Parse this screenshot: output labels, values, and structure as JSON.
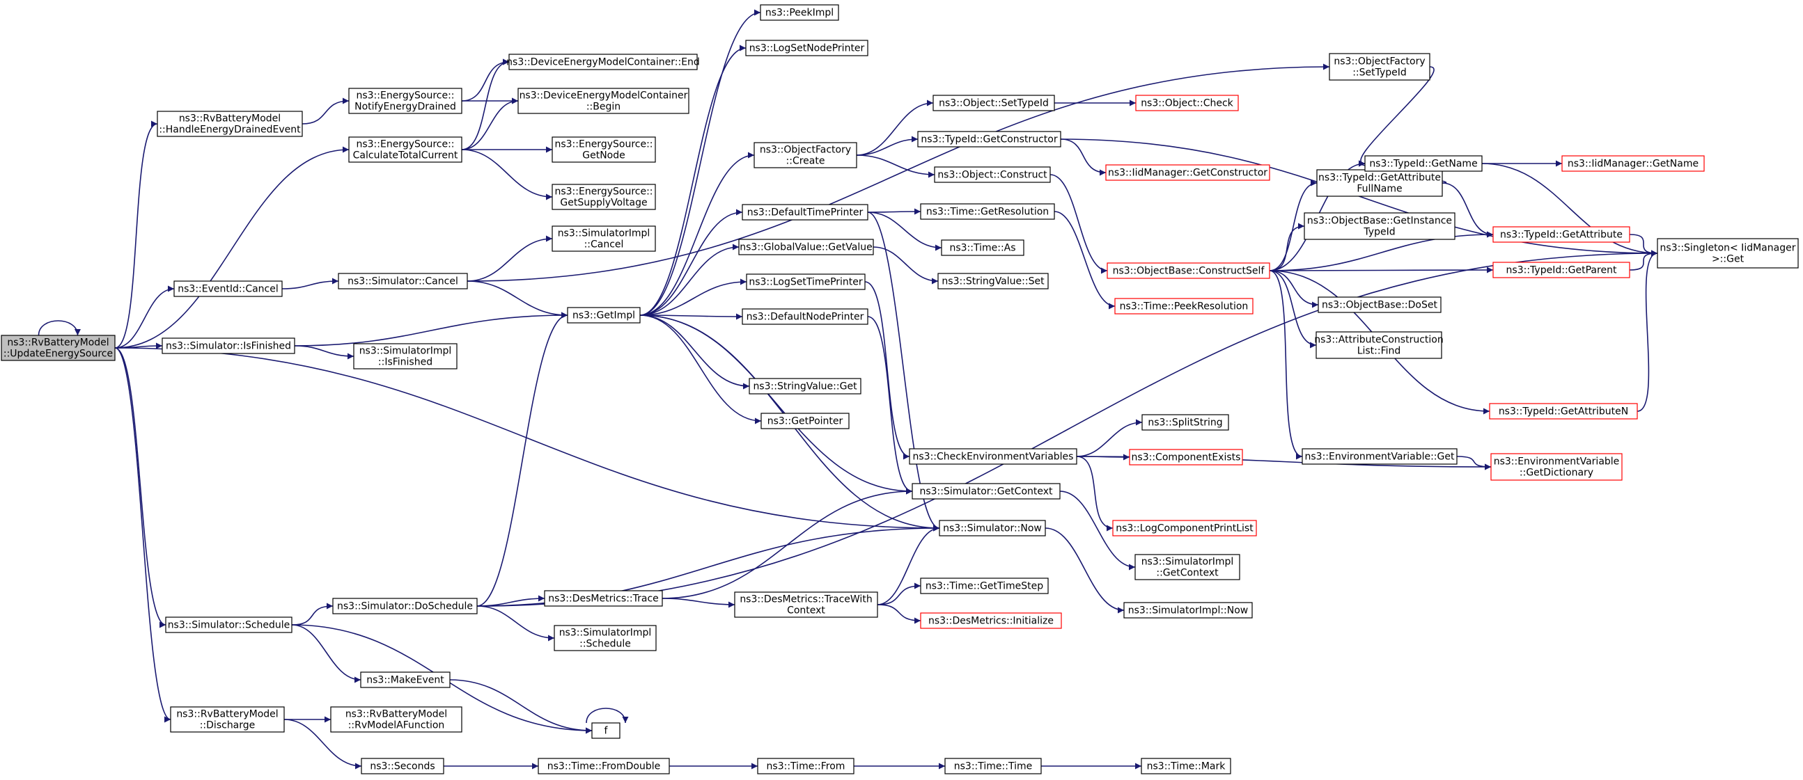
{
  "colors": {
    "edge": "#191970",
    "node_border": "#000000",
    "external_border": "#ff0000",
    "root_fill": "#bfbfbf",
    "node_fill": "#ffffff"
  },
  "nodes": [
    {
      "id": "root",
      "lines": [
        "ns3::RvBatteryModel",
        "::UpdateEnergySource"
      ],
      "kind": "root"
    },
    {
      "id": "hede",
      "lines": [
        "ns3::RvBatteryModel",
        "::HandleEnergyDrainedEvent"
      ],
      "kind": "normal"
    },
    {
      "id": "ecancel",
      "lines": [
        "ns3::EventId::Cancel"
      ],
      "kind": "normal"
    },
    {
      "id": "isfin",
      "lines": [
        "ns3::Simulator::IsFinished"
      ],
      "kind": "normal"
    },
    {
      "id": "sched",
      "lines": [
        "ns3::Simulator::Schedule"
      ],
      "kind": "normal"
    },
    {
      "id": "discharge",
      "lines": [
        "ns3::RvBatteryModel",
        "::Discharge"
      ],
      "kind": "normal"
    },
    {
      "id": "ned",
      "lines": [
        "ns3::EnergySource::",
        "NotifyEnergyDrained"
      ],
      "kind": "normal"
    },
    {
      "id": "ctc",
      "lines": [
        "ns3::EnergySource::",
        "CalculateTotalCurrent"
      ],
      "kind": "normal"
    },
    {
      "id": "simcancel",
      "lines": [
        "ns3::Simulator::Cancel"
      ],
      "kind": "normal"
    },
    {
      "id": "simimplisfin",
      "lines": [
        "ns3::SimulatorImpl",
        "::IsFinished"
      ],
      "kind": "normal"
    },
    {
      "id": "dosched",
      "lines": [
        "ns3::Simulator::DoSchedule"
      ],
      "kind": "normal"
    },
    {
      "id": "makeevent",
      "lines": [
        "ns3::MakeEvent"
      ],
      "kind": "normal"
    },
    {
      "id": "rvmodela",
      "lines": [
        "ns3::RvBatteryModel",
        "::RvModelAFunction"
      ],
      "kind": "normal"
    },
    {
      "id": "seconds",
      "lines": [
        "ns3::Seconds"
      ],
      "kind": "normal"
    },
    {
      "id": "dmcend",
      "lines": [
        "ns3::DeviceEnergyModelContainer::End"
      ],
      "kind": "normal"
    },
    {
      "id": "dmcbegin",
      "lines": [
        "ns3::DeviceEnergyModelContainer",
        "::Begin"
      ],
      "kind": "normal"
    },
    {
      "id": "getnode",
      "lines": [
        "ns3::EnergySource::",
        "GetNode"
      ],
      "kind": "normal"
    },
    {
      "id": "getsv",
      "lines": [
        "ns3::EnergySource::",
        "GetSupplyVoltage"
      ],
      "kind": "normal"
    },
    {
      "id": "simimplcancel",
      "lines": [
        "ns3::SimulatorImpl",
        "::Cancel"
      ],
      "kind": "normal"
    },
    {
      "id": "getimpl",
      "lines": [
        "ns3::GetImpl"
      ],
      "kind": "normal"
    },
    {
      "id": "destrace",
      "lines": [
        "ns3::DesMetrics::Trace"
      ],
      "kind": "normal"
    },
    {
      "id": "simimplsched",
      "lines": [
        "ns3::SimulatorImpl",
        "::Schedule"
      ],
      "kind": "normal"
    },
    {
      "id": "f",
      "lines": [
        "f"
      ],
      "kind": "normal"
    },
    {
      "id": "fromdouble",
      "lines": [
        "ns3::Time::FromDouble"
      ],
      "kind": "normal"
    },
    {
      "id": "peekimpl",
      "lines": [
        "ns3::PeekImpl"
      ],
      "kind": "normal"
    },
    {
      "id": "logsetnode",
      "lines": [
        "ns3::LogSetNodePrinter"
      ],
      "kind": "normal"
    },
    {
      "id": "ofcreate",
      "lines": [
        "ns3::ObjectFactory",
        "::Create"
      ],
      "kind": "normal"
    },
    {
      "id": "deftime",
      "lines": [
        "ns3::DefaultTimePrinter"
      ],
      "kind": "normal"
    },
    {
      "id": "gvget",
      "lines": [
        "ns3::GlobalValue::GetValue"
      ],
      "kind": "normal"
    },
    {
      "id": "logsettime",
      "lines": [
        "ns3::LogSetTimePrinter"
      ],
      "kind": "normal"
    },
    {
      "id": "defnode",
      "lines": [
        "ns3::DefaultNodePrinter"
      ],
      "kind": "normal"
    },
    {
      "id": "svget",
      "lines": [
        "ns3::StringValue::Get"
      ],
      "kind": "normal"
    },
    {
      "id": "getpointer",
      "lines": [
        "ns3::GetPointer"
      ],
      "kind": "normal"
    },
    {
      "id": "dmtracewith",
      "lines": [
        "ns3::DesMetrics::TraceWith",
        "Context"
      ],
      "kind": "normal"
    },
    {
      "id": "timefrom",
      "lines": [
        "ns3::Time::From"
      ],
      "kind": "normal"
    },
    {
      "id": "objsettypeid",
      "lines": [
        "ns3::Object::SetTypeId"
      ],
      "kind": "normal"
    },
    {
      "id": "tidgetctor",
      "lines": [
        "ns3::TypeId::GetConstructor"
      ],
      "kind": "normal"
    },
    {
      "id": "objconstruct",
      "lines": [
        "ns3::Object::Construct"
      ],
      "kind": "normal"
    },
    {
      "id": "timegetres",
      "lines": [
        "ns3::Time::GetResolution"
      ],
      "kind": "normal"
    },
    {
      "id": "timeas",
      "lines": [
        "ns3::Time::As"
      ],
      "kind": "normal"
    },
    {
      "id": "svset",
      "lines": [
        "ns3::StringValue::Set"
      ],
      "kind": "normal"
    },
    {
      "id": "checkenv",
      "lines": [
        "ns3::CheckEnvironmentVariables"
      ],
      "kind": "normal"
    },
    {
      "id": "simgetctx",
      "lines": [
        "ns3::Simulator::GetContext"
      ],
      "kind": "normal"
    },
    {
      "id": "simnow",
      "lines": [
        "ns3::Simulator::Now"
      ],
      "kind": "normal"
    },
    {
      "id": "timegetstep",
      "lines": [
        "ns3::Time::GetTimeStep"
      ],
      "kind": "normal"
    },
    {
      "id": "dminit",
      "lines": [
        "ns3::DesMetrics::Initialize"
      ],
      "kind": "external"
    },
    {
      "id": "timetime",
      "lines": [
        "ns3::Time::Time"
      ],
      "kind": "normal"
    },
    {
      "id": "ofsettypeid",
      "lines": [
        "ns3::ObjectFactory",
        "::SetTypeId"
      ],
      "kind": "normal"
    },
    {
      "id": "objcheck",
      "lines": [
        "ns3::Object::Check"
      ],
      "kind": "external"
    },
    {
      "id": "iidmgetctor",
      "lines": [
        "ns3::IidManager::GetConstructor"
      ],
      "kind": "external"
    },
    {
      "id": "obconstructself",
      "lines": [
        "ns3::ObjectBase::ConstructSelf"
      ],
      "kind": "external"
    },
    {
      "id": "timepeekres",
      "lines": [
        "ns3::Time::PeekResolution"
      ],
      "kind": "external"
    },
    {
      "id": "splitstring",
      "lines": [
        "ns3::SplitString"
      ],
      "kind": "normal"
    },
    {
      "id": "compexists",
      "lines": [
        "ns3::ComponentExists"
      ],
      "kind": "external"
    },
    {
      "id": "logcompprint",
      "lines": [
        "ns3::LogComponentPrintList"
      ],
      "kind": "external"
    },
    {
      "id": "simimplgetctx",
      "lines": [
        "ns3::SimulatorImpl",
        "::GetContext"
      ],
      "kind": "normal"
    },
    {
      "id": "simimplnow",
      "lines": [
        "ns3::SimulatorImpl::Now"
      ],
      "kind": "normal"
    },
    {
      "id": "timemark",
      "lines": [
        "ns3::Time::Mark"
      ],
      "kind": "normal"
    },
    {
      "id": "tidgetattrfull",
      "lines": [
        "ns3::TypeId::GetAttribute",
        "FullName"
      ],
      "kind": "normal"
    },
    {
      "id": "obgetinst",
      "lines": [
        "ns3::ObjectBase::GetInstance",
        "TypeId"
      ],
      "kind": "normal"
    },
    {
      "id": "obdoset",
      "lines": [
        "ns3::ObjectBase::DoSet"
      ],
      "kind": "normal"
    },
    {
      "id": "acfind",
      "lines": [
        "ns3::AttributeConstruction",
        "List::Find"
      ],
      "kind": "normal"
    },
    {
      "id": "envget",
      "lines": [
        "ns3::EnvironmentVariable::Get"
      ],
      "kind": "normal"
    },
    {
      "id": "tidgetname",
      "lines": [
        "ns3::TypeId::GetName"
      ],
      "kind": "normal"
    },
    {
      "id": "tidgetattr",
      "lines": [
        "ns3::TypeId::GetAttribute"
      ],
      "kind": "external"
    },
    {
      "id": "tidgetparent",
      "lines": [
        "ns3::TypeId::GetParent"
      ],
      "kind": "external"
    },
    {
      "id": "tidgetattrn",
      "lines": [
        "ns3::TypeId::GetAttributeN"
      ],
      "kind": "external"
    },
    {
      "id": "envgetdict",
      "lines": [
        "ns3::EnvironmentVariable",
        "::GetDictionary"
      ],
      "kind": "external"
    },
    {
      "id": "iidmgetname",
      "lines": [
        "ns3::IidManager::GetName"
      ],
      "kind": "external"
    },
    {
      "id": "singletonget",
      "lines": [
        "ns3::Singleton< IidManager",
        ">::Get"
      ],
      "kind": "normal"
    }
  ],
  "edges": [
    [
      "root",
      "root"
    ],
    [
      "root",
      "hede"
    ],
    [
      "root",
      "ctc"
    ],
    [
      "root",
      "ecancel"
    ],
    [
      "root",
      "isfin"
    ],
    [
      "root",
      "simnow"
    ],
    [
      "root",
      "sched"
    ],
    [
      "root",
      "discharge"
    ],
    [
      "hede",
      "ned"
    ],
    [
      "ned",
      "dmcend"
    ],
    [
      "ned",
      "dmcbegin"
    ],
    [
      "ctc",
      "dmcend"
    ],
    [
      "ctc",
      "dmcbegin"
    ],
    [
      "ctc",
      "getnode"
    ],
    [
      "ctc",
      "getsv"
    ],
    [
      "ecancel",
      "simcancel"
    ],
    [
      "simcancel",
      "simimplcancel"
    ],
    [
      "simcancel",
      "getimpl"
    ],
    [
      "simcancel",
      "ofsettypeid"
    ],
    [
      "isfin",
      "getimpl"
    ],
    [
      "isfin",
      "simimplisfin"
    ],
    [
      "sched",
      "dosched"
    ],
    [
      "sched",
      "makeevent"
    ],
    [
      "sched",
      "f"
    ],
    [
      "dosched",
      "getimpl"
    ],
    [
      "dosched",
      "destrace"
    ],
    [
      "dosched",
      "simimplsched"
    ],
    [
      "dosched",
      "simnow"
    ],
    [
      "dosched",
      "singletonget"
    ],
    [
      "makeevent",
      "f"
    ],
    [
      "f",
      "f"
    ],
    [
      "discharge",
      "rvmodela"
    ],
    [
      "discharge",
      "seconds"
    ],
    [
      "seconds",
      "fromdouble"
    ],
    [
      "fromdouble",
      "timefrom"
    ],
    [
      "timefrom",
      "timetime"
    ],
    [
      "timetime",
      "timemark"
    ],
    [
      "destrace",
      "dmtracewith"
    ],
    [
      "destrace",
      "simgetctx"
    ],
    [
      "dmtracewith",
      "timegetstep"
    ],
    [
      "dmtracewith",
      "dminit"
    ],
    [
      "dmtracewith",
      "simnow"
    ],
    [
      "getimpl",
      "peekimpl"
    ],
    [
      "getimpl",
      "logsetnode"
    ],
    [
      "getimpl",
      "ofcreate"
    ],
    [
      "getimpl",
      "deftime"
    ],
    [
      "getimpl",
      "gvget"
    ],
    [
      "getimpl",
      "logsettime"
    ],
    [
      "getimpl",
      "defnode"
    ],
    [
      "getimpl",
      "svget"
    ],
    [
      "getimpl",
      "getpointer"
    ],
    [
      "getimpl",
      "simgetctx"
    ],
    [
      "getimpl",
      "simnow"
    ],
    [
      "ofcreate",
      "objsettypeid"
    ],
    [
      "ofcreate",
      "tidgetctor"
    ],
    [
      "ofcreate",
      "objconstruct"
    ],
    [
      "objsettypeid",
      "objcheck"
    ],
    [
      "tidgetctor",
      "iidmgetctor"
    ],
    [
      "tidgetctor",
      "singletonget"
    ],
    [
      "objconstruct",
      "obconstructself"
    ],
    [
      "deftime",
      "timegetres"
    ],
    [
      "deftime",
      "timeas"
    ],
    [
      "deftime",
      "simnow"
    ],
    [
      "timegetres",
      "timepeekres"
    ],
    [
      "gvget",
      "svset"
    ],
    [
      "logsettime",
      "checkenv"
    ],
    [
      "defnode",
      "simgetctx"
    ],
    [
      "checkenv",
      "splitstring"
    ],
    [
      "checkenv",
      "compexists"
    ],
    [
      "checkenv",
      "logcompprint"
    ],
    [
      "checkenv",
      "envgetdict"
    ],
    [
      "simgetctx",
      "simimplgetctx"
    ],
    [
      "simnow",
      "simimplnow"
    ],
    [
      "ofsettypeid",
      "tidgetname"
    ],
    [
      "obconstructself",
      "tidgetattrfull"
    ],
    [
      "obconstructself",
      "obgetinst"
    ],
    [
      "obconstructself",
      "tidgetattr"
    ],
    [
      "obconstructself",
      "tidgetparent"
    ],
    [
      "obconstructself",
      "obdoset"
    ],
    [
      "obconstructself",
      "acfind"
    ],
    [
      "obconstructself",
      "tidgetattrn"
    ],
    [
      "obconstructself",
      "envget"
    ],
    [
      "obconstructself",
      "tidgetname"
    ],
    [
      "tidgetattrfull",
      "tidgetname"
    ],
    [
      "tidgetattrfull",
      "tidgetattr"
    ],
    [
      "tidgetname",
      "iidmgetname"
    ],
    [
      "tidgetname",
      "singletonget"
    ],
    [
      "tidgetattr",
      "singletonget"
    ],
    [
      "tidgetparent",
      "singletonget"
    ],
    [
      "tidgetattrn",
      "singletonget"
    ],
    [
      "envget",
      "envgetdict"
    ]
  ]
}
